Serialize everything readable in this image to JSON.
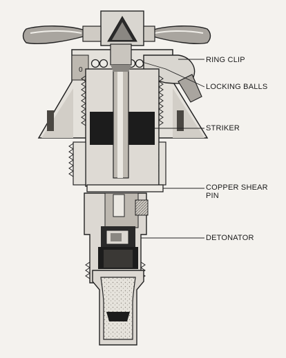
{
  "labels": {
    "ring_clip": "RING CLIP",
    "locking_balls": "LOCKING BALLS",
    "striker": "STRIKER",
    "copper_shear_pin_line1": "COPPER SHEAR",
    "copper_shear_pin_line2": "PIN",
    "detonator": "DETONATOR"
  },
  "colors": {
    "background": "#f4f2ee",
    "metal": "#d9d6d0",
    "shade": "#8a8782",
    "dark": "#1c1c1c",
    "outline": "#222222"
  }
}
